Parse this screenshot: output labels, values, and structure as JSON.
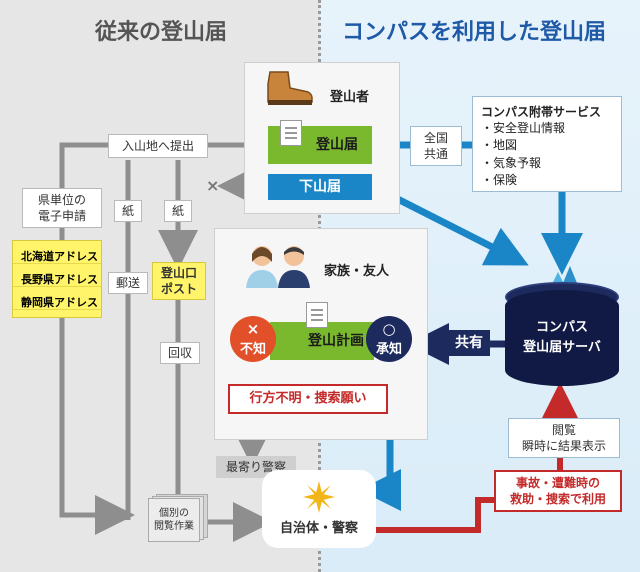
{
  "titles": {
    "left": "従来の登山届",
    "right": "コンパスを利用した登山届"
  },
  "climber": {
    "label": "登山者",
    "form": "登山届",
    "descent": "下山届"
  },
  "family": {
    "label": "家族・友人",
    "plan": "登山計画",
    "unknown_mark": "×",
    "unknown": "不知",
    "aware_mark": "○",
    "aware": "承知",
    "missing": "行方不明・捜索願い"
  },
  "left": {
    "submit": "入山地へ提出",
    "paper1": "紙",
    "paper2": "紙",
    "mail": "郵送",
    "post": "登山口\nポスト",
    "collect": "回収",
    "prefecture": "県単位の\n電子申請",
    "addresses": [
      "北海道アドレス",
      "長野県アドレス",
      "静岡県アドレス"
    ],
    "nearest_police": "最寄り警察",
    "individual": "個別の\n閲覧作業",
    "x_mark": "×"
  },
  "right": {
    "nationwide": "全国\n共通",
    "services_title": "コンパス附帯サービス",
    "services": [
      "・安全登山情報",
      "・地図",
      "・気象予報",
      "・保険"
    ],
    "share": "共有",
    "server": "コンパス\n登山届サーバ",
    "view": "閲覧\n瞬時に結果表示",
    "rescue": "事故・遭難時の\n救助・捜索で利用",
    "authority": "自治体・警察"
  },
  "colors": {
    "blue": "#1a86c8",
    "navy": "#1c2a5e",
    "green": "#7ab82e",
    "red": "#e2502a",
    "dark_red": "#c42a2a",
    "yellow": "#fff46a"
  }
}
